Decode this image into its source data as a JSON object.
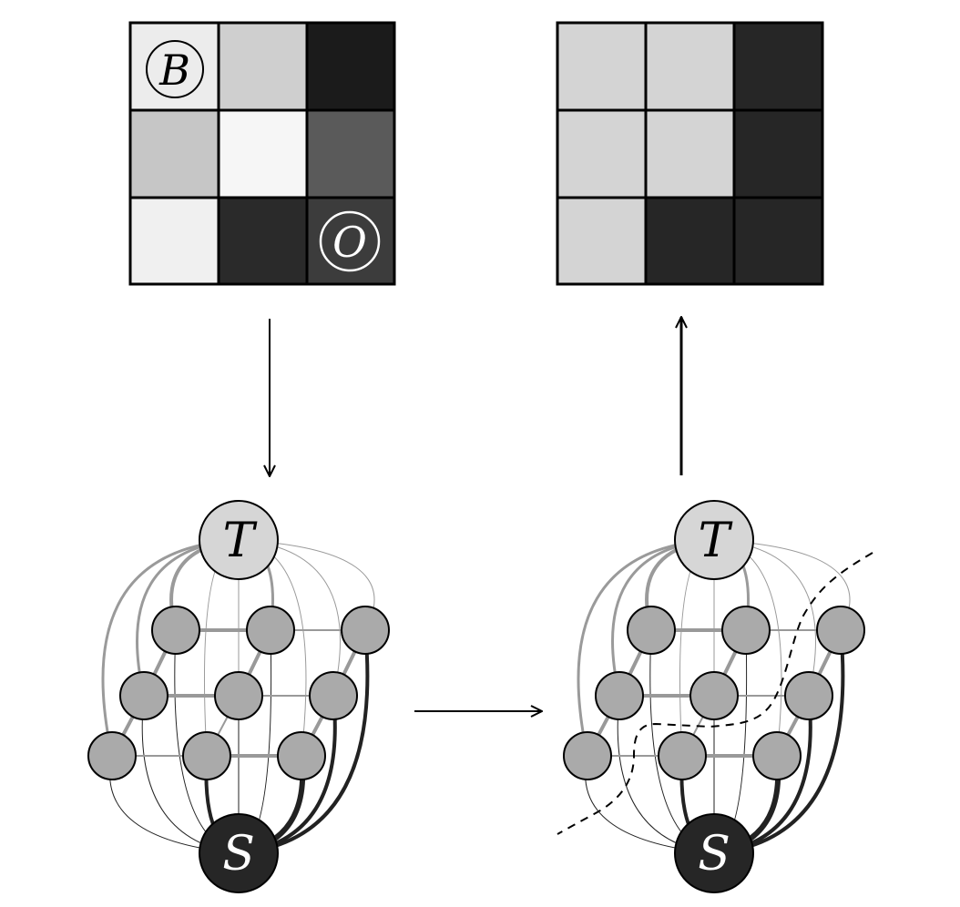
{
  "labels": {
    "background_seed": "B",
    "object_seed": "O",
    "sink": "T",
    "source": "S"
  },
  "input_image": {
    "cells": [
      "#ececec",
      "#cfcfcf",
      "#1b1b1b",
      "#c6c6c6",
      "#f6f6f6",
      "#5a5a5a",
      "#f0f0f0",
      "#2a2a2a",
      "#3c3c3c"
    ]
  },
  "output_image": {
    "cells": [
      "#d4d4d4",
      "#d4d4d4",
      "#262626",
      "#d4d4d4",
      "#d4d4d4",
      "#262626",
      "#d4d4d4",
      "#262626",
      "#262626"
    ]
  },
  "colors": {
    "grid_node": "#aaaaaa",
    "sink_node": "#d6d6d6",
    "source_node": "#262626",
    "t_link": "#9a9a9a",
    "s_link": "#222222",
    "n_link": "#999999"
  },
  "graph": {
    "edges_n": [
      {
        "a": 0,
        "b": 1,
        "w": 4
      },
      {
        "a": 1,
        "b": 2,
        "w": 2
      },
      {
        "a": 3,
        "b": 4,
        "w": 4
      },
      {
        "a": 4,
        "b": 5,
        "w": 2
      },
      {
        "a": 6,
        "b": 7,
        "w": 2
      },
      {
        "a": 7,
        "b": 8,
        "w": 4
      },
      {
        "a": 0,
        "b": 3,
        "w": 4
      },
      {
        "a": 3,
        "b": 6,
        "w": 4
      },
      {
        "a": 1,
        "b": 4,
        "w": 4
      },
      {
        "a": 4,
        "b": 7,
        "w": 2
      },
      {
        "a": 2,
        "b": 5,
        "w": 4
      },
      {
        "a": 5,
        "b": 8,
        "w": 4
      }
    ],
    "edges_t": [
      {
        "node": 0,
        "w": 4
      },
      {
        "node": 1,
        "w": 3
      },
      {
        "node": 2,
        "w": 1
      },
      {
        "node": 3,
        "w": 3
      },
      {
        "node": 4,
        "w": 1
      },
      {
        "node": 5,
        "w": 1
      },
      {
        "node": 6,
        "w": 3
      },
      {
        "node": 7,
        "w": 1
      },
      {
        "node": 8,
        "w": 1
      }
    ],
    "edges_s": [
      {
        "node": 0,
        "w": 1
      },
      {
        "node": 1,
        "w": 1
      },
      {
        "node": 2,
        "w": 4
      },
      {
        "node": 3,
        "w": 1
      },
      {
        "node": 4,
        "w": 1
      },
      {
        "node": 5,
        "w": 4
      },
      {
        "node": 6,
        "w": 1
      },
      {
        "node": 7,
        "w": 4
      },
      {
        "node": 8,
        "w": 6
      }
    ]
  }
}
